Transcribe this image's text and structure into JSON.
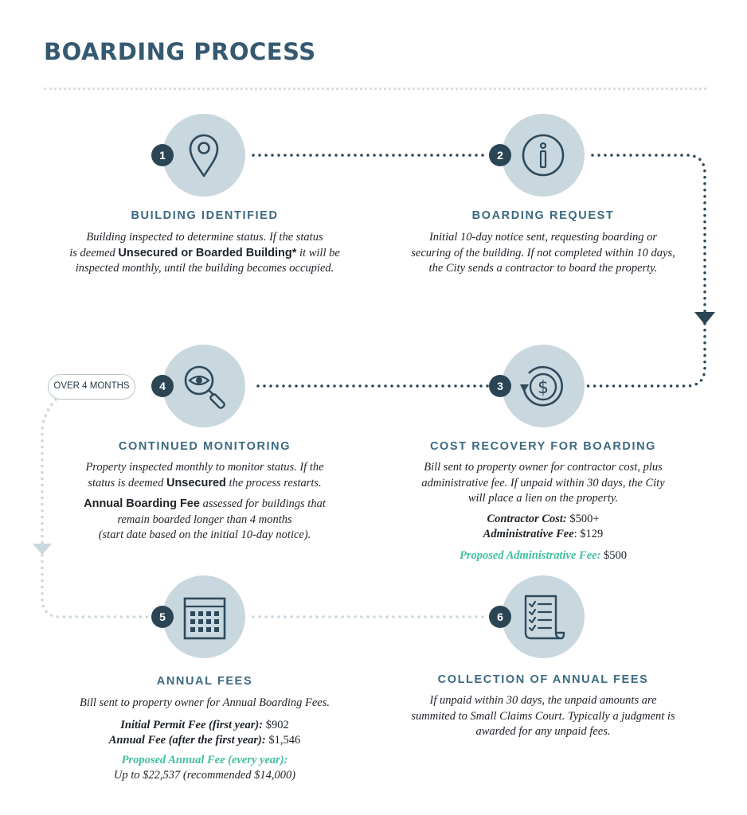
{
  "title": "BOARDING PROCESS",
  "colors": {
    "title": "#355970",
    "heading": "#3c6a80",
    "circle": "#c9d7df",
    "badge": "#2b4555",
    "connector": "#2b4555",
    "connector_light": "#c9d7df",
    "proposed": "#3fbf9f"
  },
  "steps": [
    {
      "number": "1",
      "icon": "location-pin-icon",
      "heading": "BUILDING IDENTIFIED",
      "desc_1": "Building inspected to determine status. If the status",
      "desc_2a": "is deemed ",
      "desc_2b": "Unsecured or Boarded Building*",
      "desc_2c": " it will be",
      "desc_3": "inspected monthly, until the building becomes occupied."
    },
    {
      "number": "2",
      "icon": "info-icon",
      "heading": "BOARDING REQUEST",
      "desc_1": "Initial 10-day notice sent, requesting boarding or",
      "desc_2": "securing of the building. If not completed within 10 days,",
      "desc_3": "the City sends a contractor to board the property."
    },
    {
      "number": "3",
      "icon": "dollar-cycle-icon",
      "heading": "COST RECOVERY FOR BOARDING",
      "desc_1": "Bill sent to property owner for contractor cost, plus",
      "desc_2": "administrative fee. If unpaid within 30 days, the City",
      "desc_3": "will place a lien on the property.",
      "fee_1_label": "Contractor Cost:",
      "fee_1_value": " $500+",
      "fee_2_label": "Administrative Fee",
      "fee_2_value": ": $129",
      "proposed_label": "Proposed Administrative Fee:",
      "proposed_value": " $500"
    },
    {
      "number": "4",
      "icon": "magnifier-eye-icon",
      "heading": "CONTINUED MONITORING",
      "desc_1": "Property inspected monthly to monitor status. If the",
      "desc_2a": "status is deemed ",
      "desc_2b": "Unsecured",
      "desc_2c": " the process restarts.",
      "desc_3a": "Annual Boarding Fee",
      "desc_3b": " assessed for buildings that",
      "desc_4": "remain boarded longer than 4 months",
      "desc_5": "(start date based on the initial 10-day notice).",
      "tag": "OVER 4 MONTHS"
    },
    {
      "number": "5",
      "icon": "calendar-icon",
      "heading": "ANNUAL FEES",
      "desc_1": "Bill sent to property owner for Annual Boarding Fees.",
      "fee_1_label": "Initial Permit Fee (first year):",
      "fee_1_value": " $902",
      "fee_2_label": "Annual Fee (after the first year):",
      "fee_2_value": " $1,546",
      "proposed_label": "Proposed Annual Fee (every year):",
      "proposed_value": "Up to $22,537 (recommended $14,000)"
    },
    {
      "number": "6",
      "icon": "checklist-scroll-icon",
      "heading": "COLLECTION OF ANNUAL FEES",
      "desc_1": "If unpaid within 30 days, the unpaid amounts are",
      "desc_2": "summited to Small Claims Court. Typically a judgment is",
      "desc_3": "awarded for any unpaid fees."
    }
  ]
}
